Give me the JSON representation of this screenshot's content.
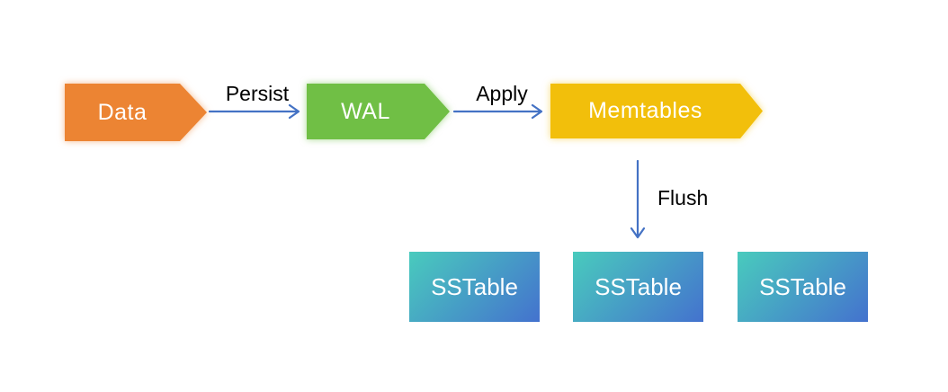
{
  "diagram": {
    "nodes": {
      "data": {
        "label": "Data",
        "fill": "#EC8433"
      },
      "wal": {
        "label": "WAL",
        "fill": "#70BF45"
      },
      "memtables": {
        "label": "Memtables",
        "fill": "#F2BF0B"
      },
      "sstables": [
        {
          "label": "SSTable"
        },
        {
          "label": "SSTable"
        },
        {
          "label": "SSTable"
        }
      ],
      "sstable_gradient": {
        "from": "#49CBBD",
        "to": "#4472CE"
      },
      "node_text_color": "#FFFFFF"
    },
    "edges": {
      "persist": {
        "label": "Persist"
      },
      "apply": {
        "label": "Apply"
      },
      "flush": {
        "label": "Flush"
      }
    },
    "arrow_color": "#4472C4",
    "edge_label_color": "#000000",
    "background": "#FFFFFF"
  }
}
